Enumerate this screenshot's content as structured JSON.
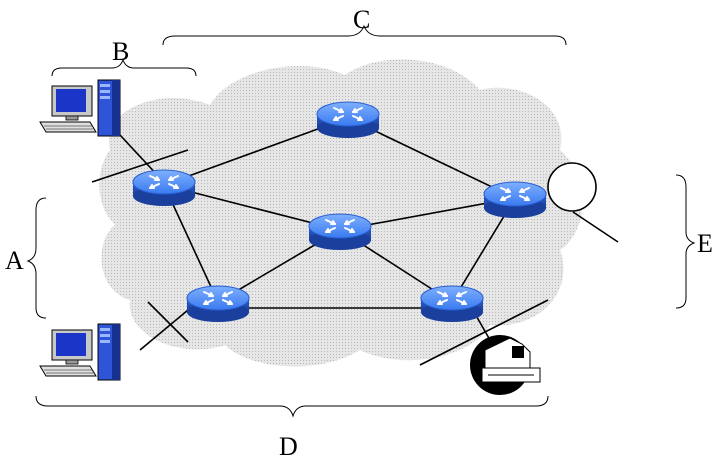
{
  "labels": {
    "a": "A",
    "b": "B",
    "c": "C",
    "d": "D",
    "e": "E"
  },
  "nodes": {
    "routers": [
      "router-top",
      "router-left",
      "router-center",
      "router-right",
      "router-bottom-left",
      "router-bottom-right"
    ],
    "hosts": [
      "computer-top-left",
      "computer-bottom-left",
      "printer-bottom-right"
    ]
  },
  "colors": {
    "router_fill": "#2e6de0",
    "router_top": "#5a97ff",
    "cloud": "#d9d9d9",
    "lines": "#000000",
    "computer_screen": "#1b35c8"
  },
  "icons": [
    "router-icon",
    "desktop-computer-icon",
    "printer-icon",
    "magnifier-circle-icon"
  ]
}
